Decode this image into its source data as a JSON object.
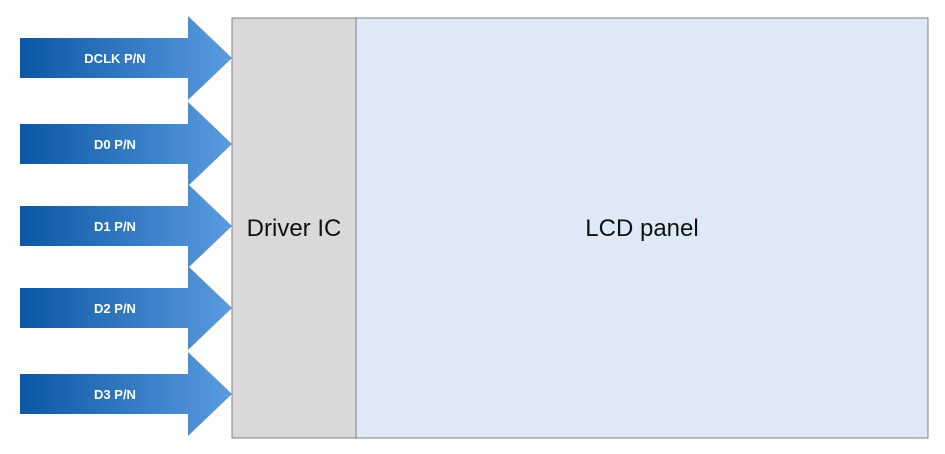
{
  "signals": [
    {
      "label": "DCLK P/N"
    },
    {
      "label": "D0 P/N"
    },
    {
      "label": "D1 P/N"
    },
    {
      "label": "D2 P/N"
    },
    {
      "label": "D3 P/N"
    }
  ],
  "driver_ic": {
    "label": "Driver IC"
  },
  "lcd_panel": {
    "label": "LCD panel"
  },
  "colors": {
    "arrow_dark": "#0b57a4",
    "arrow_light": "#5a9be0",
    "driver_fill": "#d9d9d9",
    "panel_fill": "#dde9f7",
    "border": "#7f7f7f"
  }
}
